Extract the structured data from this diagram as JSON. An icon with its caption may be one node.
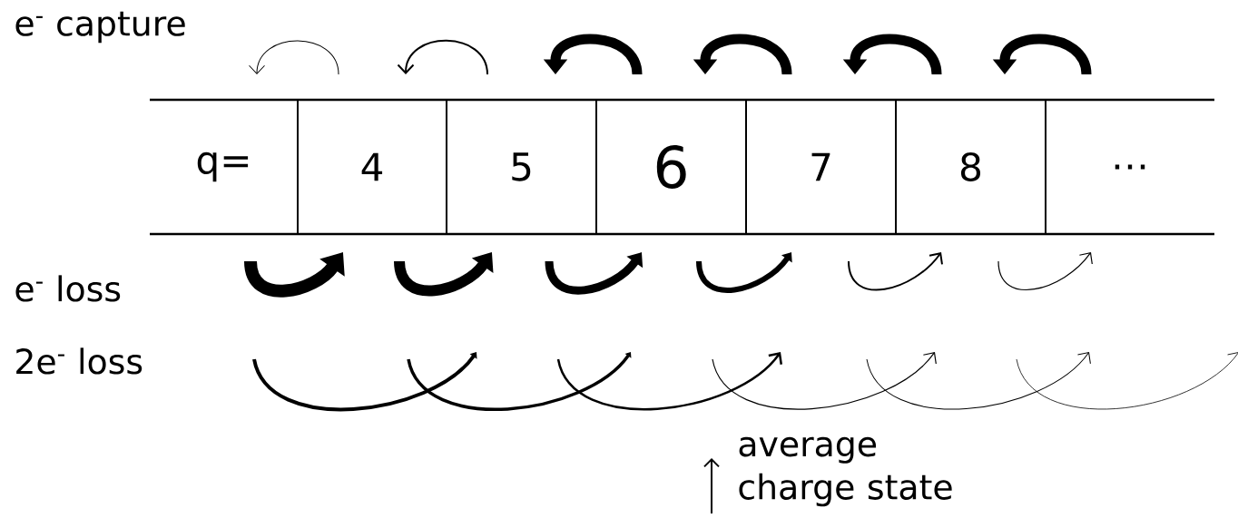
{
  "diagram": {
    "nodes": [
      {
        "text": [
          "q="
        ]
      },
      {
        "text": [
          "4"
        ]
      },
      {
        "text": [
          "5"
        ]
      },
      {
        "text": [
          "6"
        ]
      },
      {
        "text": [
          "7"
        ]
      },
      {
        "text": [
          "8"
        ]
      },
      {
        "text": [
          "…"
        ]
      }
    ],
    "labels": [
      "e$^{-}$ capture",
      "e$^{-}$ loss",
      "2e$^{-}$ loss",
      "average charge state"
    ]
  }
}
